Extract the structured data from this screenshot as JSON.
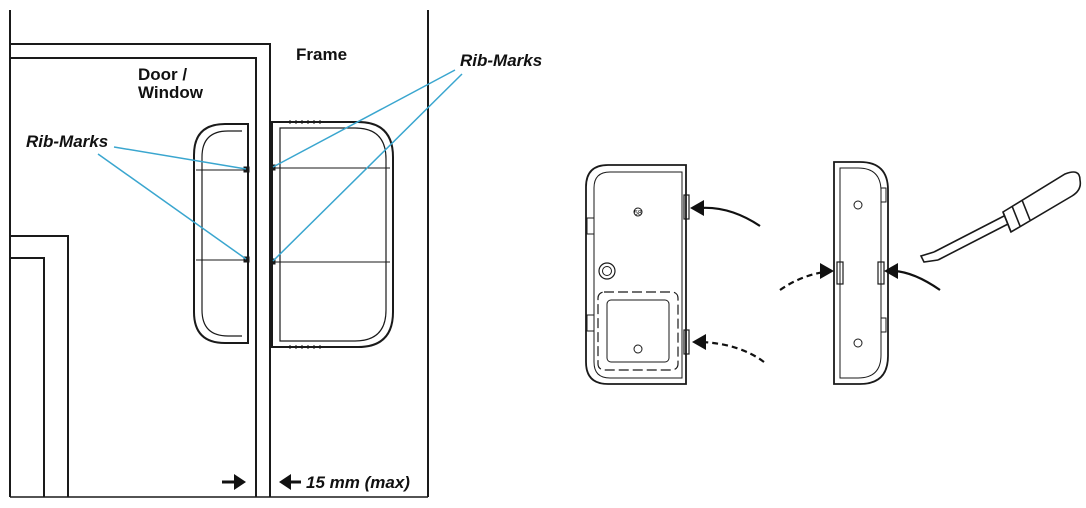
{
  "diagram": {
    "labels": {
      "frame": "Frame",
      "door_line1": "Door /",
      "door_line2": "Window",
      "rib_marks_left": "Rib-Marks",
      "rib_marks_right": "Rib-Marks",
      "gap": "15 mm (max)"
    },
    "screw_label": "58",
    "colors": {
      "line": "#1a1a1a",
      "leader": "#3aa6cf",
      "background": "#ffffff"
    },
    "icons": [
      "screwdriver-icon",
      "arrow-icon"
    ]
  }
}
